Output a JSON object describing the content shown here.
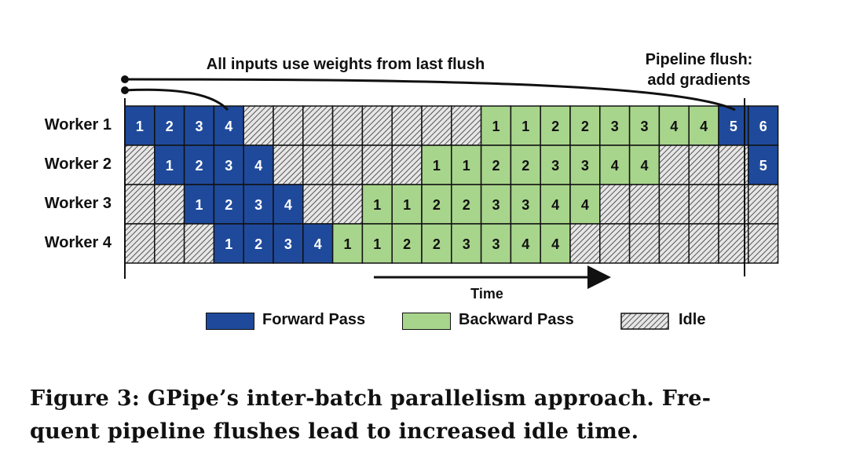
{
  "colors": {
    "forward": "#1f4a9c",
    "backward": "#a8d58c",
    "idle_bg": "#e6e6e6",
    "idle_hatch": "#555555",
    "border": "#111111"
  },
  "annotations": {
    "top_left": "All inputs use weights from last flush",
    "top_right_line1": "Pipeline flush:",
    "top_right_line2": "add gradients"
  },
  "workers": [
    {
      "label": "Worker 1",
      "cells": [
        [
          "F",
          "1"
        ],
        [
          "F",
          "2"
        ],
        [
          "F",
          "3"
        ],
        [
          "F",
          "4"
        ],
        [
          "I",
          ""
        ],
        [
          "I",
          ""
        ],
        [
          "I",
          ""
        ],
        [
          "I",
          ""
        ],
        [
          "I",
          ""
        ],
        [
          "I",
          ""
        ],
        [
          "I",
          ""
        ],
        [
          "I",
          ""
        ],
        [
          "B",
          "1"
        ],
        [
          "B",
          "1"
        ],
        [
          "B",
          "2"
        ],
        [
          "B",
          "2"
        ],
        [
          "B",
          "3"
        ],
        [
          "B",
          "3"
        ],
        [
          "B",
          "4"
        ],
        [
          "B",
          "4"
        ],
        [
          "F",
          "5"
        ],
        [
          "F",
          "6"
        ]
      ]
    },
    {
      "label": "Worker 2",
      "cells": [
        [
          "I",
          ""
        ],
        [
          "F",
          "1"
        ],
        [
          "F",
          "2"
        ],
        [
          "F",
          "3"
        ],
        [
          "F",
          "4"
        ],
        [
          "I",
          ""
        ],
        [
          "I",
          ""
        ],
        [
          "I",
          ""
        ],
        [
          "I",
          ""
        ],
        [
          "I",
          ""
        ],
        [
          "B",
          "1"
        ],
        [
          "B",
          "1"
        ],
        [
          "B",
          "2"
        ],
        [
          "B",
          "2"
        ],
        [
          "B",
          "3"
        ],
        [
          "B",
          "3"
        ],
        [
          "B",
          "4"
        ],
        [
          "B",
          "4"
        ],
        [
          "I",
          ""
        ],
        [
          "I",
          ""
        ],
        [
          "I",
          ""
        ],
        [
          "F",
          "5"
        ]
      ]
    },
    {
      "label": "Worker 3",
      "cells": [
        [
          "I",
          ""
        ],
        [
          "I",
          ""
        ],
        [
          "F",
          "1"
        ],
        [
          "F",
          "2"
        ],
        [
          "F",
          "3"
        ],
        [
          "F",
          "4"
        ],
        [
          "I",
          ""
        ],
        [
          "I",
          ""
        ],
        [
          "B",
          "1"
        ],
        [
          "B",
          "1"
        ],
        [
          "B",
          "2"
        ],
        [
          "B",
          "2"
        ],
        [
          "B",
          "3"
        ],
        [
          "B",
          "3"
        ],
        [
          "B",
          "4"
        ],
        [
          "B",
          "4"
        ],
        [
          "I",
          ""
        ],
        [
          "I",
          ""
        ],
        [
          "I",
          ""
        ],
        [
          "I",
          ""
        ],
        [
          "I",
          ""
        ],
        [
          "I",
          ""
        ]
      ]
    },
    {
      "label": "Worker 4",
      "cells": [
        [
          "I",
          ""
        ],
        [
          "I",
          ""
        ],
        [
          "I",
          ""
        ],
        [
          "F",
          "1"
        ],
        [
          "F",
          "2"
        ],
        [
          "F",
          "3"
        ],
        [
          "F",
          "4"
        ],
        [
          "B",
          "1"
        ],
        [
          "B",
          "1"
        ],
        [
          "B",
          "2"
        ],
        [
          "B",
          "2"
        ],
        [
          "B",
          "3"
        ],
        [
          "B",
          "3"
        ],
        [
          "B",
          "4"
        ],
        [
          "B",
          "4"
        ],
        [
          "I",
          ""
        ],
        [
          "I",
          ""
        ],
        [
          "I",
          ""
        ],
        [
          "I",
          ""
        ],
        [
          "I",
          ""
        ],
        [
          "I",
          ""
        ],
        [
          "I",
          ""
        ]
      ]
    }
  ],
  "time_label": "Time",
  "legend": {
    "forward": "Forward Pass",
    "backward": "Backward Pass",
    "idle": "Idle"
  },
  "caption": {
    "line1": "Figure 3: GPipe’s inter-batch parallelism approach. Fre-",
    "line2": "quent pipeline flushes lead to increased idle time."
  }
}
